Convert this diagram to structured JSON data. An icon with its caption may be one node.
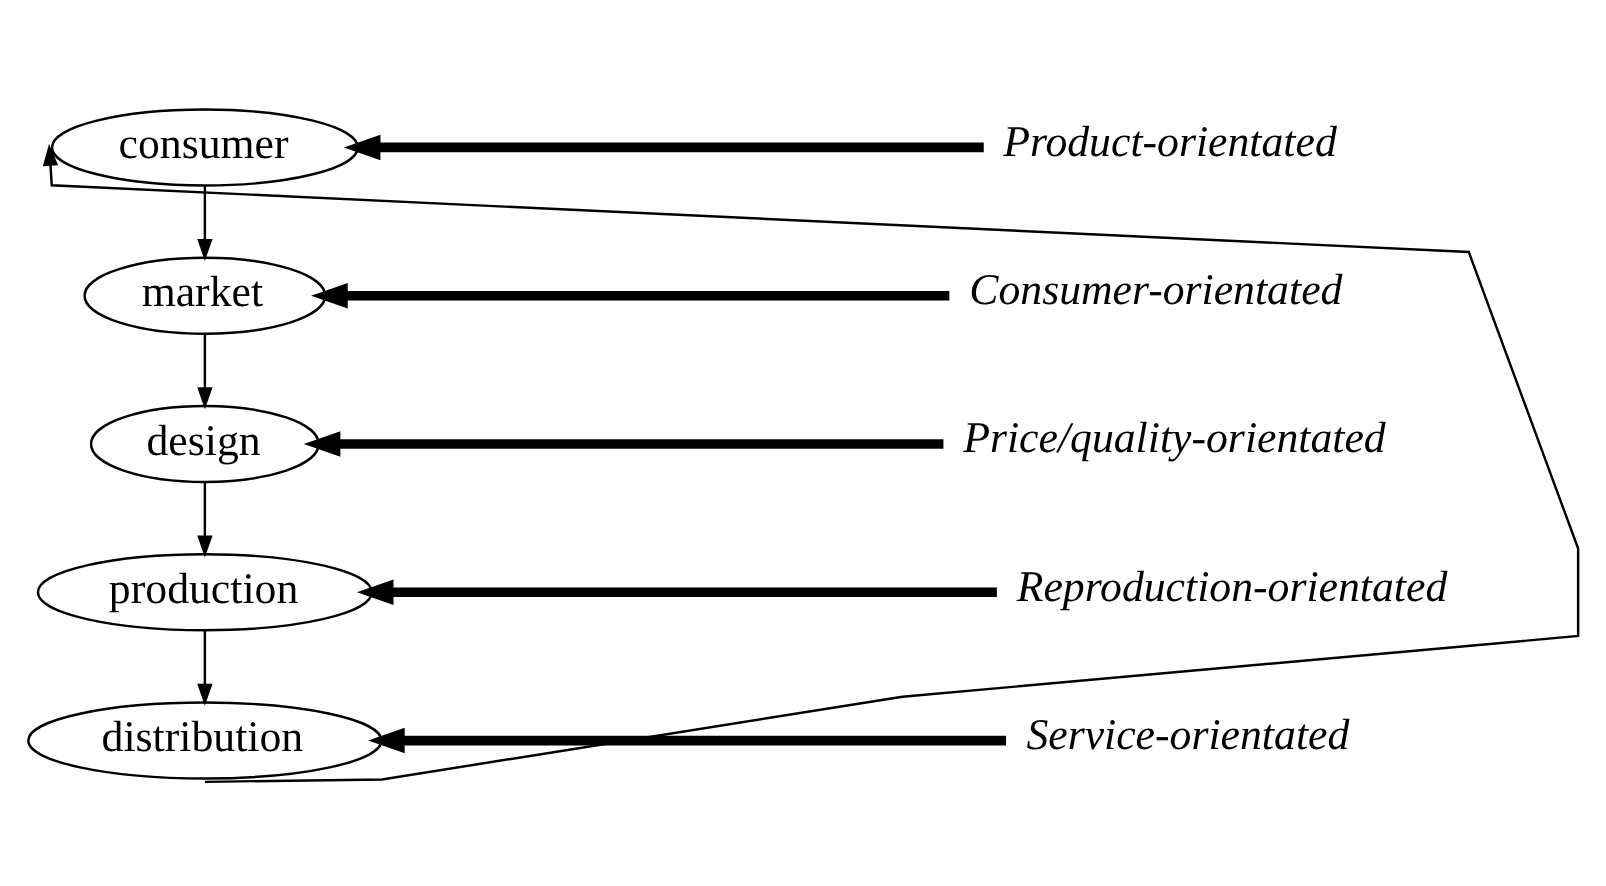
{
  "diagram": {
    "nodes": [
      {
        "text": [
          "consumer"
        ]
      },
      {
        "text": [
          "market"
        ]
      },
      {
        "text": [
          "design"
        ]
      },
      {
        "text": [
          "production"
        ]
      },
      {
        "text": [
          "distribution"
        ]
      },
      {
        "text": [
          "Product-orientated"
        ]
      },
      {
        "text": [
          "Consumer-orientated"
        ]
      },
      {
        "text": [
          "Price/quality-orientated"
        ]
      },
      {
        "text": [
          "Reproduction-orientated"
        ]
      },
      {
        "text": [
          "Service-orientated"
        ]
      }
    ],
    "edges": [
      {
        "from": 0,
        "to": 1,
        "arrow": "to"
      },
      {
        "from": 1,
        "to": 2,
        "arrow": "to"
      },
      {
        "from": 2,
        "to": 3,
        "arrow": "to"
      },
      {
        "from": 3,
        "to": 4,
        "arrow": "to"
      },
      {
        "from": 4,
        "to": 0,
        "arrow": "to"
      },
      {
        "from": 5,
        "to": 0,
        "arrow": "to",
        "style": "thick"
      },
      {
        "from": 6,
        "to": 1,
        "arrow": "to",
        "style": "thick"
      },
      {
        "from": 7,
        "to": 2,
        "arrow": "to",
        "style": "thick"
      },
      {
        "from": 8,
        "to": 3,
        "arrow": "to",
        "style": "thick"
      },
      {
        "from": 9,
        "to": 4,
        "arrow": "to",
        "style": "thick"
      }
    ]
  }
}
